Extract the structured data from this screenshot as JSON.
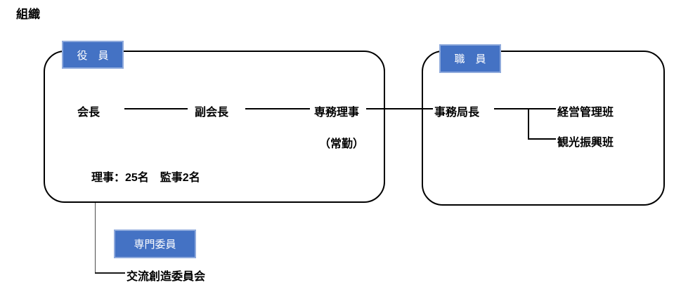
{
  "title": "組織",
  "colors": {
    "label_fill": "#4472C4",
    "label_border": "#8FAADC",
    "label_text": "#FFFFFF",
    "box_border": "#000000",
    "connector": "#000000"
  },
  "officers": {
    "label": "役　員",
    "chairman": "会長",
    "vice_chairman": "副会長",
    "executive_director": "専務理事",
    "executive_director_note": "（常勤）",
    "directors_note": "理事：25名　監事2名"
  },
  "staff": {
    "label": "職　員",
    "secretary_general": "事務局長",
    "teams": [
      "経営管理班",
      "観光振興班"
    ]
  },
  "committee": {
    "label": "専門委員",
    "name": "交流創造委員会"
  }
}
